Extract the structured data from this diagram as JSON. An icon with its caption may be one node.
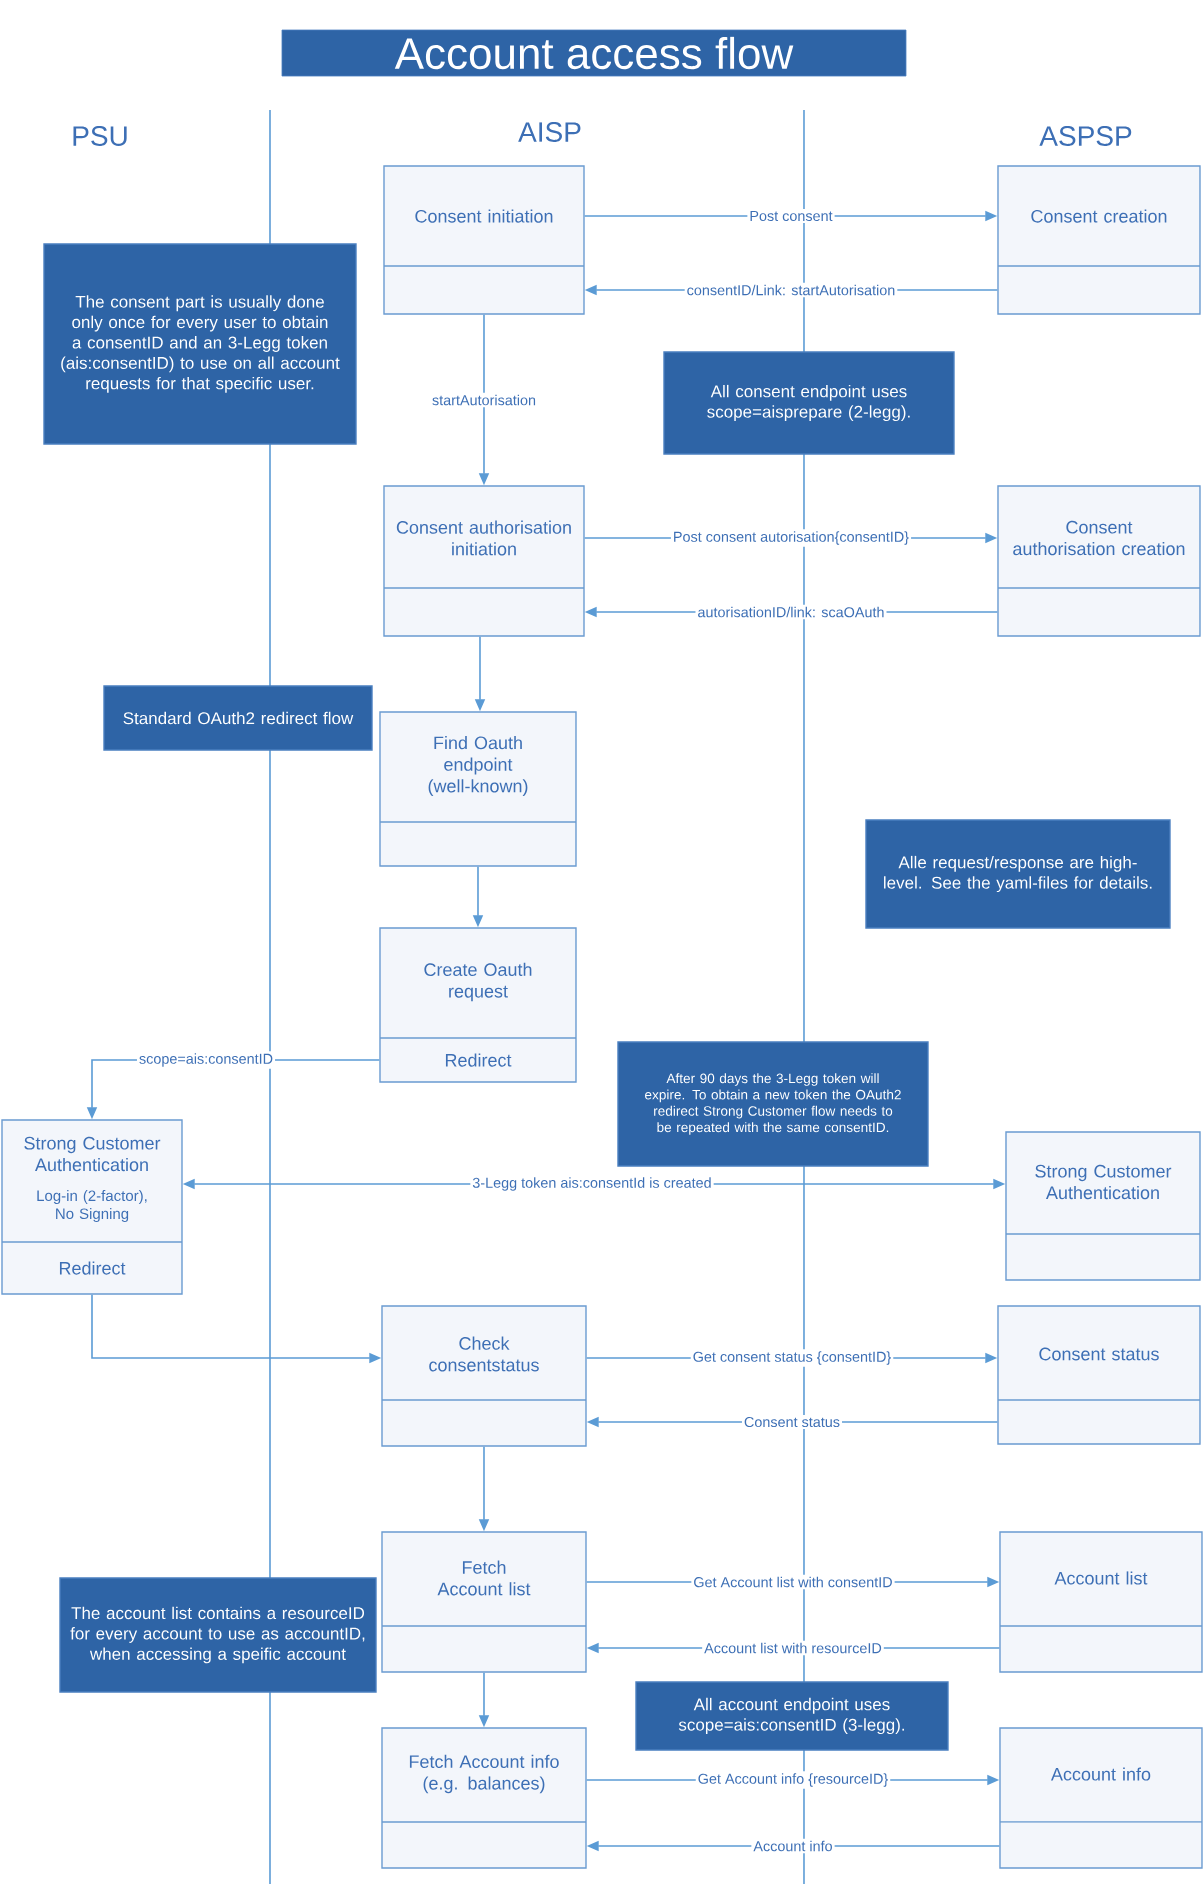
{
  "diagram": {
    "title": "Account access flow",
    "nodes": [
      {
        "text": [
          "Consent initiation"
        ]
      },
      {
        "text": [
          "Consent creation"
        ]
      },
      {
        "text": [
          "The consent part is usually done only once for every user to obtain a consentID and an 3-Legg token (ais:consentID) to use  on all account requests for that specific user."
        ]
      },
      {
        "text": [
          "All consent endpoint uses scope=aisprepare (2-legg)."
        ]
      },
      {
        "text": [
          "Consent authorisation initiation"
        ]
      },
      {
        "text": [
          "Consent authorisation creation"
        ]
      },
      {
        "text": [
          "Standard OAuth2 redirect flow"
        ]
      },
      {
        "text": [
          "Find Oauth endpoint (well-known)"
        ]
      },
      {
        "text": [
          "Alle request/response are high-level. See the yaml-files for details."
        ]
      },
      {
        "text": [
          "Create Oauth request",
          "Redirect"
        ]
      },
      {
        "text": [
          "After 90 days the 3-Legg token will expire. To obtain a new token the OAuth2 redirect Strong Customer flow needs to be repeated with the same consentID."
        ]
      },
      {
        "text": [
          "Strong Customer Authentication",
          "Log-in (2-factor), No Signing",
          "Redirect"
        ]
      },
      {
        "text": [
          "Strong Customer Authentication"
        ]
      },
      {
        "text": [
          "Check consentstatus"
        ]
      },
      {
        "text": [
          "Consent status"
        ]
      },
      {
        "text": [
          "Fetch Account list"
        ]
      },
      {
        "text": [
          "The account list contains a resourceID for every account to use as accountID, when accessing a speific account"
        ]
      },
      {
        "text": [
          "Account list"
        ]
      },
      {
        "text": [
          "All account endpoint uses scope=ais:consentID (3-legg)."
        ]
      },
      {
        "text": [
          "Fetch Account info (e.g. balances)"
        ]
      },
      {
        "text": [
          "Account info"
        ]
      }
    ],
    "edges": [
      {
        "from": 0,
        "to": 1,
        "arrow": "to",
        "label": "Post consent"
      },
      {
        "from": 1,
        "to": 0,
        "arrow": "to",
        "label": "consentID/Link: startAutorisation"
      },
      {
        "from": 0,
        "to": 4,
        "arrow": "to",
        "label": "startAutorisation"
      },
      {
        "from": 4,
        "to": 5,
        "arrow": "to",
        "label": "Post consent autorisation{consentID}"
      },
      {
        "from": 5,
        "to": 4,
        "arrow": "to",
        "label": "autorisationID/link: scaOAuth"
      },
      {
        "from": 4,
        "to": 7,
        "arrow": "to"
      },
      {
        "from": 7,
        "to": 9,
        "arrow": "to"
      },
      {
        "from": 9,
        "to": 11,
        "arrow": "to",
        "label": "scope=ais:consentID"
      },
      {
        "from": 11,
        "to": 12,
        "arrow": "both",
        "label": "3-Legg token ais:consentId is created"
      },
      {
        "from": 11,
        "to": 13,
        "arrow": "to"
      },
      {
        "from": 13,
        "to": 14,
        "arrow": "to",
        "label": "Get consent status {consentID}"
      },
      {
        "from": 14,
        "to": 13,
        "arrow": "to",
        "label": "Consent status"
      },
      {
        "from": 13,
        "to": 15,
        "arrow": "to"
      },
      {
        "from": 15,
        "to": 17,
        "arrow": "to",
        "label": "Get Account list with consentID"
      },
      {
        "from": 17,
        "to": 15,
        "arrow": "to",
        "label": "Account list with resourceID"
      },
      {
        "from": 15,
        "to": 19,
        "arrow": "to"
      },
      {
        "from": 19,
        "to": 20,
        "arrow": "to",
        "label": "Get Account info {resourceID}"
      },
      {
        "from": 20,
        "to": 19,
        "arrow": "to",
        "label": "Account info"
      }
    ],
    "labels": [
      "PSU",
      "AISP",
      "ASPSP"
    ]
  }
}
